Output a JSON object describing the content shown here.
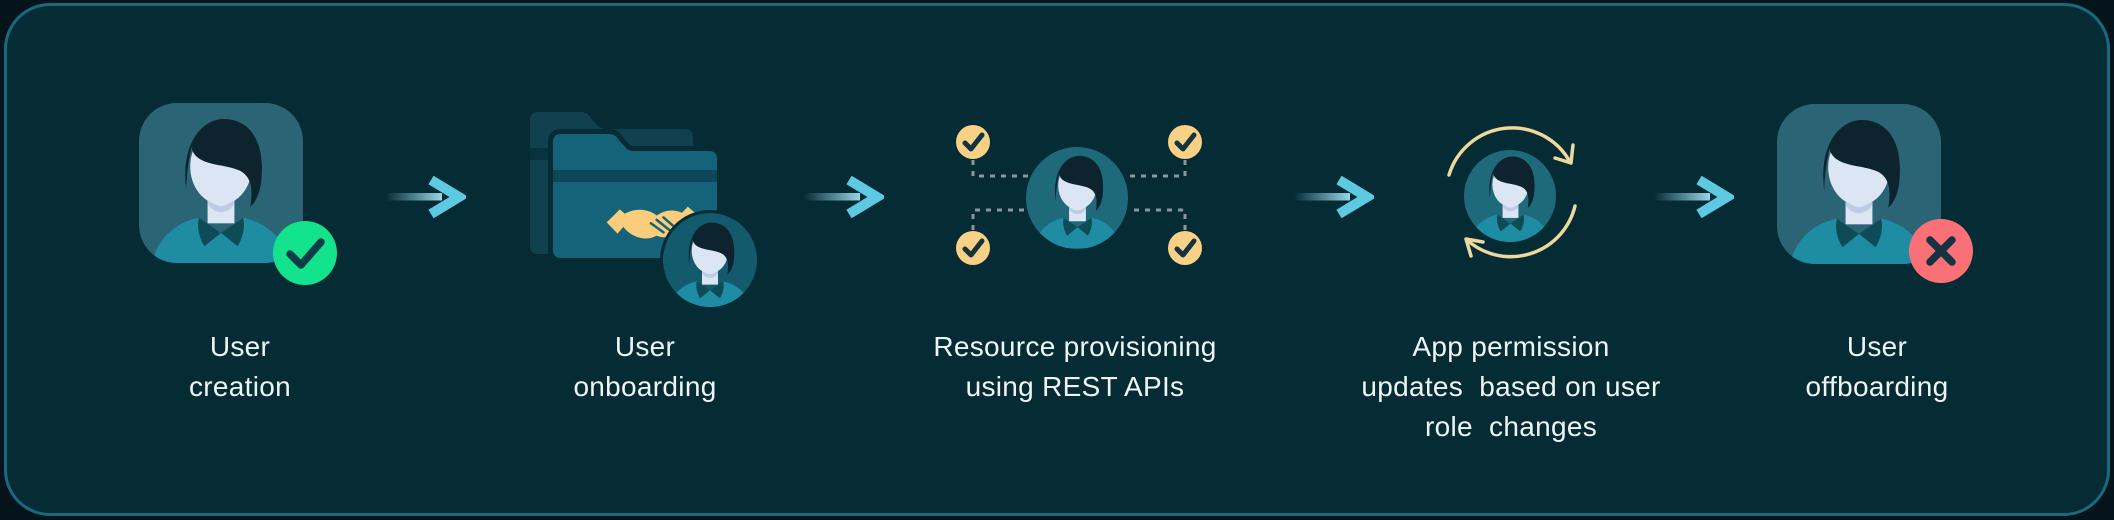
{
  "diagram": {
    "name": "User lifecycle flow",
    "panel": {
      "background_color": "#052b35",
      "border_color": "#1a697e",
      "text_color": "#eff5f5"
    },
    "accent_colors": {
      "success_green": "#12e38c",
      "error_red": "#f97077",
      "check_circle_yellow": "#f8d186",
      "handshake_yellow": "#f9cd7c",
      "sync_arrow_cream": "#edd89d",
      "flow_arrow_blue": "#5dcae1",
      "avatar_square_teal": "#2b6474",
      "avatar_circle_teal": "#1e6a7b",
      "folder_teal": "#15637a"
    },
    "steps": [
      {
        "label": "User\ncreation",
        "icon": "user-avatar-check-icon"
      },
      {
        "label": "User\nonboarding",
        "icon": "folders-handshake-avatar-icon"
      },
      {
        "label": "Resource provisioning\nusing REST APIs",
        "icon": "avatar-api-checks-icon"
      },
      {
        "label": "App permission\nupdates  based on user\nrole  changes",
        "icon": "avatar-sync-arrows-icon"
      },
      {
        "label": "User\noffboarding",
        "icon": "user-avatar-cross-icon"
      }
    ],
    "connector_icon": "arrow-right-icon",
    "connector_count": 4
  }
}
